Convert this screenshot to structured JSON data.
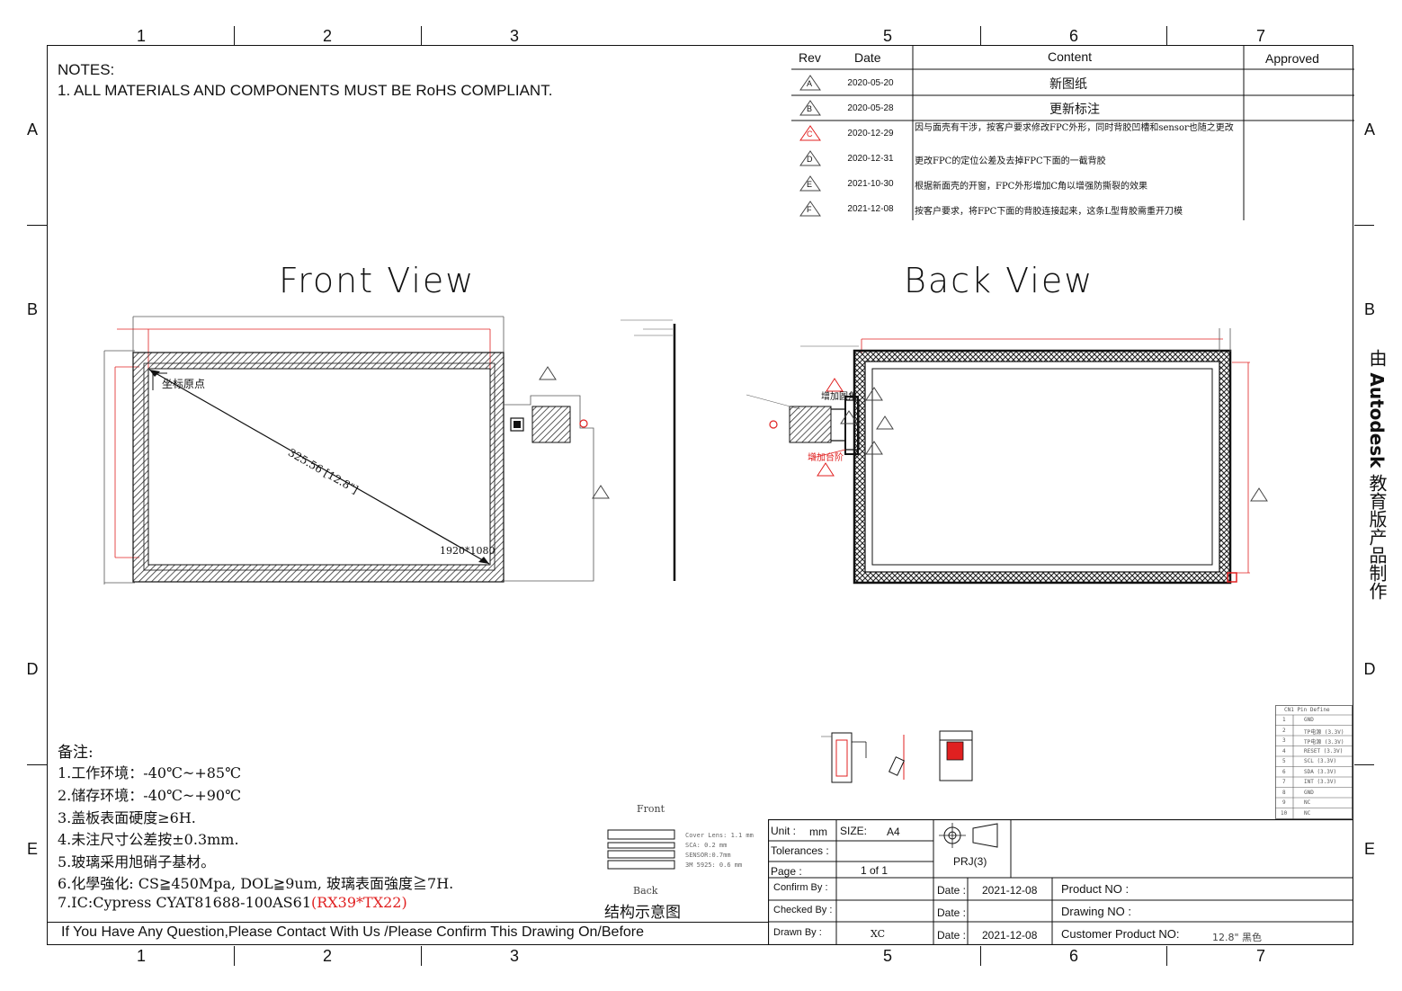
{
  "zones": {
    "columns": [
      "1",
      "2",
      "3",
      "5",
      "6",
      "7"
    ],
    "rows": [
      "A",
      "B",
      "D",
      "E"
    ]
  },
  "notes": {
    "title": "NOTES:",
    "line1": "1. ALL MATERIALS AND COMPONENTS MUST BE RoHS COMPLIANT."
  },
  "revision_table": {
    "headers": {
      "rev": "Rev",
      "date": "Date",
      "content": "Content",
      "approved": "Approved"
    },
    "rows": [
      {
        "rev": "A",
        "date": "2020-05-20",
        "content": "新图纸"
      },
      {
        "rev": "B",
        "date": "2020-05-28",
        "content": "更新标注"
      },
      {
        "rev": "C",
        "date": "2020-12-29",
        "content": "因与面壳有干涉，按客户要求修改FPC外形，同时背胶凹槽和sensor也随之更改"
      },
      {
        "rev": "D",
        "date": "2020-12-31",
        "content": "更改FPC的定位公差及去掉FPC下面的一截背胶"
      },
      {
        "rev": "E",
        "date": "2021-10-30",
        "content": "根据新面壳的开窗，FPC外形增加C角以增强防撕裂的效果"
      },
      {
        "rev": "F",
        "date": "2021-12-08",
        "content": "按客户要求，将FPC下面的背胶连接起来，这条L型背胶需重开刀模"
      }
    ]
  },
  "front_view": {
    "title": "Front View",
    "origin_label": "坐标原点",
    "diagonal_label": "325.56 [12.8\"]",
    "resolution_label": "1920*1080"
  },
  "back_view": {
    "title": "Back  View",
    "label_round": "增加圆角",
    "label_step": "增加台阶"
  },
  "remarks": {
    "title": "备注:",
    "items": [
      "1.工作环境：-40℃~+85℃",
      "2.储存环境：-40℃~+90℃",
      "3.盖板表面硬度≥6H.",
      "4.未注尺寸公差按±0.3mm.",
      "5.玻璃采用旭硝子基材。",
      "6.化學強化: CS≧450Mpa, DOL≧9um, 玻璃表面強度≧7H."
    ],
    "item7_prefix": "7.IC:Cypress CYAT81688-100AS61",
    "item7_suffix": "(RX39*TX22)"
  },
  "structure": {
    "front": "Front",
    "back": "Back",
    "caption": "结构示意图",
    "layers": [
      "Cover Lens: 1.1 mm",
      "SCA: 0.2 mm",
      "SENSOR:0.7mm",
      "3M 5925: 0.6 mm"
    ]
  },
  "pin_define": {
    "title": "CN1 Pin Define",
    "pins": [
      {
        "n": "1",
        "name": "GND"
      },
      {
        "n": "2",
        "name": "TP电源 (3.3V)"
      },
      {
        "n": "3",
        "name": "TP电源 (3.3V)"
      },
      {
        "n": "4",
        "name": "RESET (3.3V)"
      },
      {
        "n": "5",
        "name": "SCL (3.3V)"
      },
      {
        "n": "6",
        "name": "SDA (3.3V)"
      },
      {
        "n": "7",
        "name": "INT (3.3V)"
      },
      {
        "n": "8",
        "name": "GND"
      },
      {
        "n": "9",
        "name": "NC"
      },
      {
        "n": "10",
        "name": "NC"
      }
    ]
  },
  "title_block": {
    "unit_label": "Unit :",
    "unit": "mm",
    "size_label": "SIZE:",
    "size": "A4",
    "tolerances_label": "Tolerances :",
    "page_label": "Page :",
    "page": "1 of 1",
    "projection": "PRJ(3)",
    "confirm_label": "Confirm By :",
    "checked_label": "Checked By :",
    "drawn_label": "Drawn By :",
    "drawn": "XC",
    "date_label": "Date :",
    "date1": "2021-12-08",
    "date3": "2021-12-08",
    "product_label": "Product NO :",
    "drawing_label": "Drawing NO :",
    "customer_label": "Customer Product NO:",
    "customer": "12.8\" 黑色"
  },
  "watermark": {
    "prefix": "由 ",
    "brand": "Autodesk",
    "suffix": " 教育版产品制作"
  },
  "bottom_message": "If You Have Any Question,Please Contact With Us /Please Confirm This Drawing On/Before",
  "colors": {
    "line": "#111111",
    "red": "#e02020",
    "hatch": "#333333"
  }
}
